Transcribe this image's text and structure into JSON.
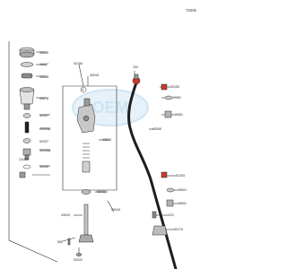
{
  "diagram": {
    "ref_code": "T3205",
    "colors": {
      "ink": "#2a2a2a",
      "part_fill": "#d8d8d8",
      "part_dark": "#8a8a8a",
      "hose_black": "#1e1e1e",
      "accent_red": "#c83a2a",
      "watermark": "#cfe4f2"
    },
    "watermark_icon": "bike-logo-watermark",
    "labels": {
      "p43026": "43026",
      "p43027": "43027",
      "p43028": "43028",
      "p43078": "43078",
      "p92037_top": "92037",
      "p43095A": "43095A",
      "p92037_mid": "92037",
      "p92033A": "92033A",
      "p13159": "13159",
      "p92055": "92055",
      "p92150": "92150",
      "p43015": "43015",
      "p43020": "43020",
      "p92033": "92033",
      "p43010": "43010",
      "p92043": "92043",
      "p550": "550",
      "p92022": "92022",
      "p132": "132",
      "p92153_top": "92153",
      "p49081": "49081",
      "p49051": "49051",
      "p43095": "43095",
      "p92153_bot": "92153",
      "p49001": "49001",
      "p49051b": "49051",
      "p221": "221",
      "p92170": "92170",
      "callout_a": "A"
    }
  }
}
